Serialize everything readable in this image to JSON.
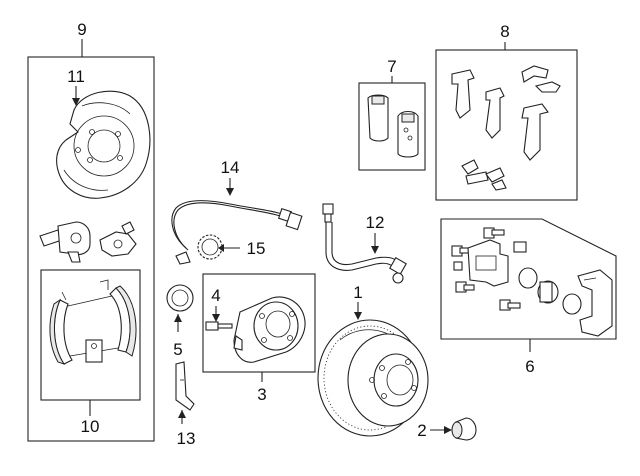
{
  "diagram": {
    "labels": {
      "c1": "1",
      "c2": "2",
      "c3": "3",
      "c4": "4",
      "c5": "5",
      "c6": "6",
      "c7": "7",
      "c8": "8",
      "c9": "9",
      "c10": "10",
      "c11": "11",
      "c12": "12",
      "c13": "13",
      "c14": "14",
      "c15": "15"
    }
  }
}
